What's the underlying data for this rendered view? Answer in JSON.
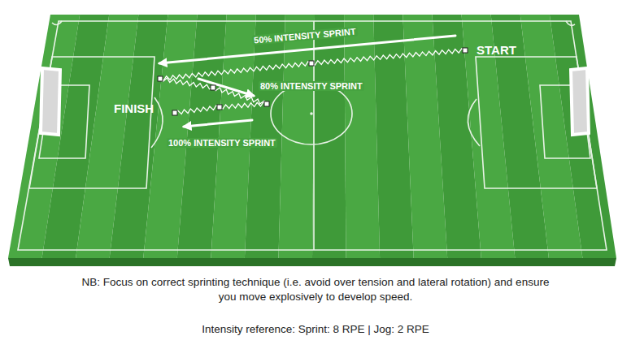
{
  "diagram": {
    "caption": "NB: Focus on correct sprinting technique (i.e. avoid over tension and lateral rotation) and ensure you move explosively to develop speed.",
    "labels": [
      "50% INTENSITY SPRINT",
      "START",
      "80% INTENSITY SPRINT",
      "FINISH",
      "100% INTENSITY SPRINT",
      "Intensity reference: Sprint: 8 RPE | Jog: 2 RPE"
    ]
  }
}
